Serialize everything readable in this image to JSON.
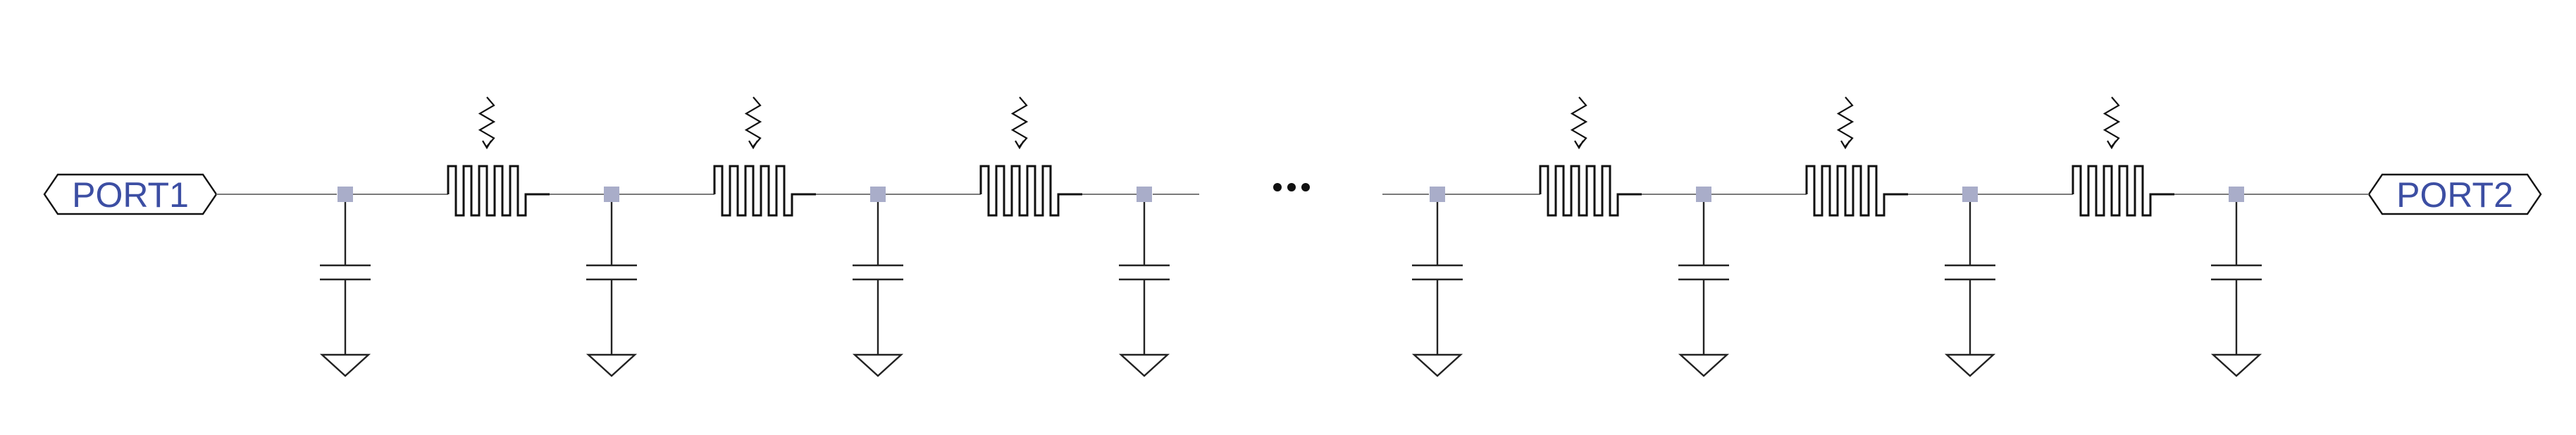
{
  "ports": [
    {
      "label": "PORT1"
    },
    {
      "label": "PORT2"
    }
  ],
  "ellipsis": "…",
  "sections": {
    "left_inductor_count": 3,
    "right_inductor_count": 3,
    "left_shunt_capacitor_count": 4,
    "right_shunt_capacitor_count": 4
  },
  "colors": {
    "port_text": "#3c4ea3",
    "node": "#a9adc9",
    "wire": "#7a7a7a",
    "component": "#111111"
  }
}
